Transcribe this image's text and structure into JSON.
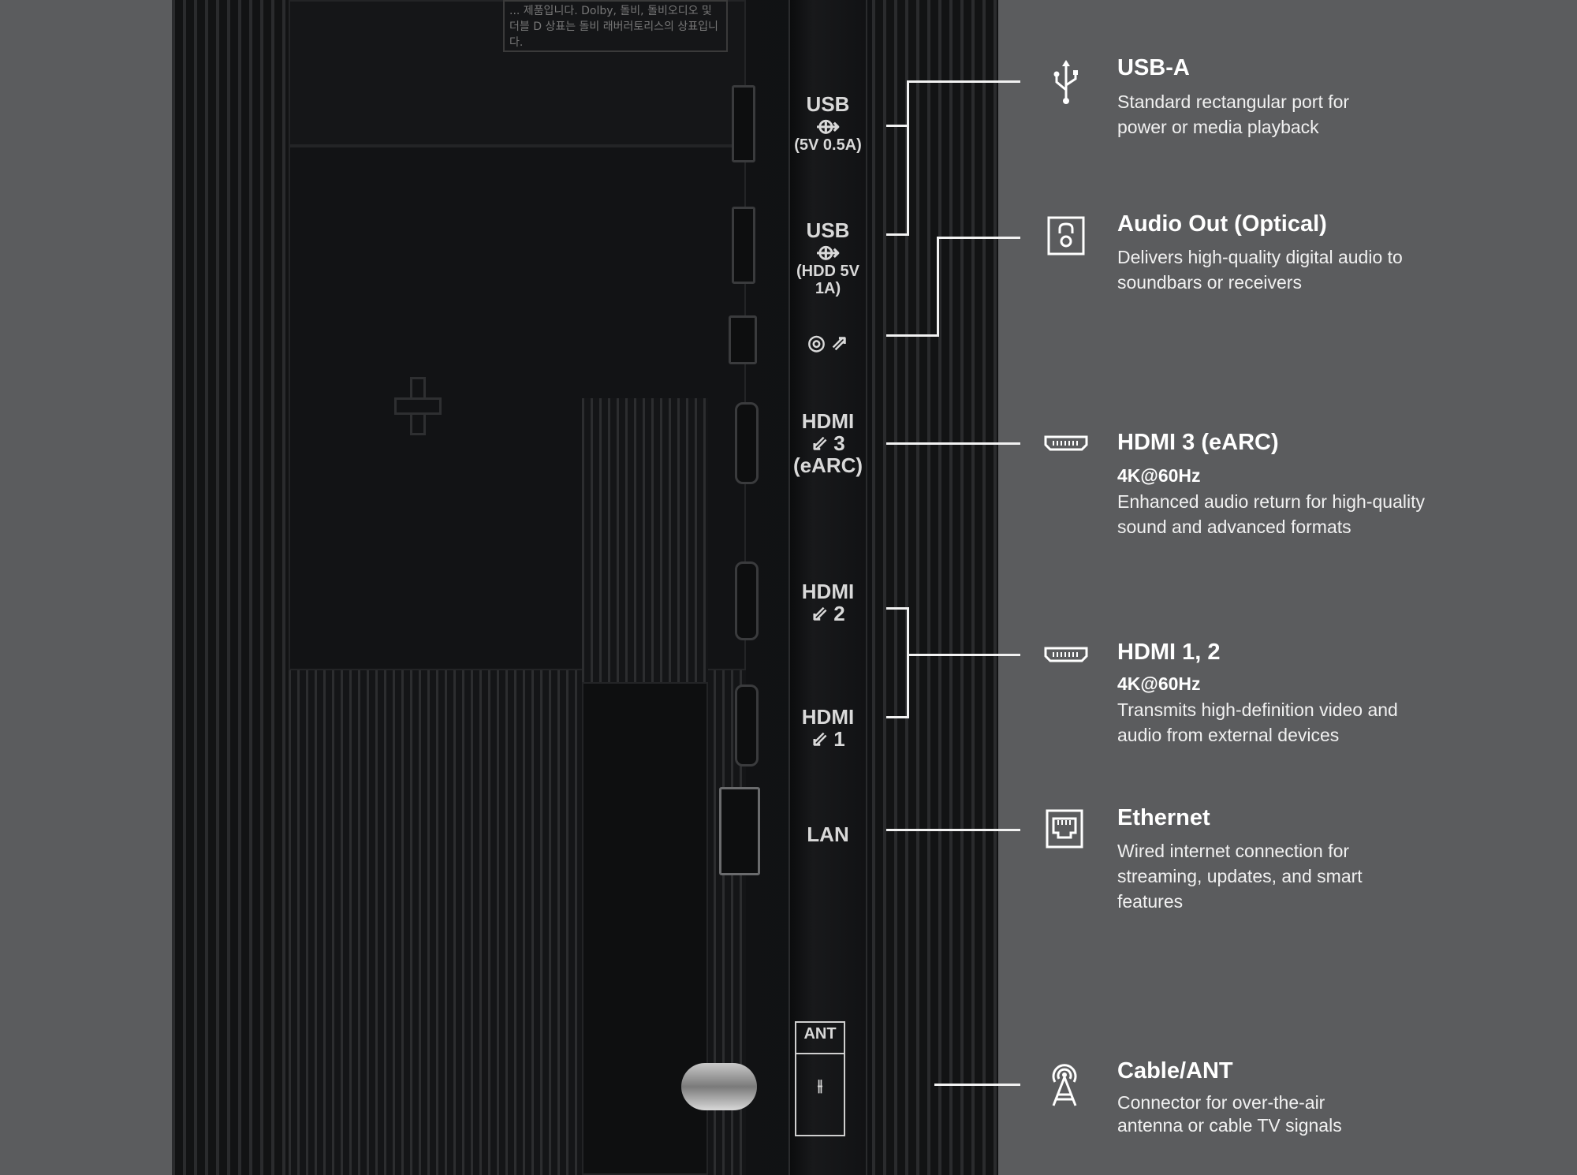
{
  "ports_panel": {
    "usb_top": {
      "label": "USB",
      "rating": "(5V 0.5A)"
    },
    "usb_bottom": {
      "label": "USB",
      "rating": "(HDD 5V 1A)"
    },
    "hdmi3": {
      "label": "HDMI",
      "num": "3",
      "sub": "(eARC)"
    },
    "hdmi2": {
      "label": "HDMI",
      "num": "2"
    },
    "hdmi1": {
      "label": "HDMI",
      "num": "1"
    },
    "lan": {
      "label": "LAN"
    },
    "ant": {
      "label": "ANT"
    },
    "sticker_text": "... 제품입니다. Dolby, 돌비, 돌비오디오 및 더블 D 상표는 돌비 래버러토리스의 상표입니다."
  },
  "callouts": [
    {
      "icon": "usb-icon",
      "title": "USB-A",
      "spec": "",
      "description": "Standard rectangular port for power or media playback"
    },
    {
      "icon": "optical-audio-icon",
      "title": "Audio Out (Optical)",
      "spec": "",
      "description": "Delivers high-quality digital audio to soundbars or receivers"
    },
    {
      "icon": "hdmi-icon",
      "title": "HDMI 3 (eARC)",
      "spec": "4K@60Hz",
      "description": "Enhanced audio return for high-quality sound and advanced formats"
    },
    {
      "icon": "hdmi-icon",
      "title": "HDMI 1, 2",
      "spec": "4K@60Hz",
      "description": "Transmits high-definition video and audio from external devices"
    },
    {
      "icon": "ethernet-icon",
      "title": "Ethernet",
      "spec": "",
      "description": "Wired internet connection for streaming, updates, and smart features"
    },
    {
      "icon": "antenna-icon",
      "title": "Cable/ANT",
      "spec": "",
      "description": "Connector for over-the-air antenna or cable TV signals"
    }
  ],
  "colors": {
    "background": "#5b5c5e",
    "text": "#ffffff",
    "panel": "#121315"
  }
}
